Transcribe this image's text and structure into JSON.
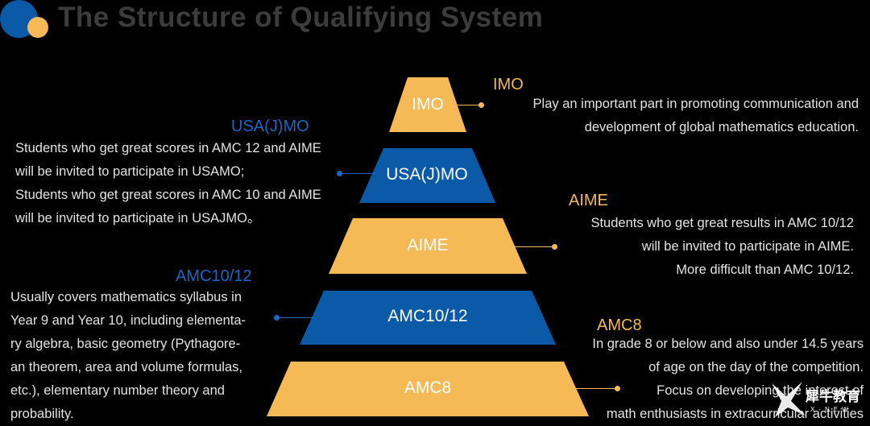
{
  "title": "The Structure of Qualifying System",
  "colors": {
    "gold": "#f5b955",
    "blue": "#0b5aa8",
    "blue_text": "#1a66c2"
  },
  "tiers": [
    {
      "label": "IMO"
    },
    {
      "label": "USA(J)MO"
    },
    {
      "label": "AIME"
    },
    {
      "label": "AMC10/12"
    },
    {
      "label": "AMC8"
    }
  ],
  "callouts": {
    "imo": {
      "heading": "IMO",
      "lines": [
        "Play an important part in promoting communication and",
        "development of global mathematics education."
      ]
    },
    "usajmo": {
      "heading": "USA(J)MO",
      "lines": [
        "Students  who get great scores in AMC 12 and AIME",
        "will be invited to participate in USAMO;",
        "Students  who get great scores in AMC 10 and AIME",
        "will be invited to participate in USAJMO。"
      ]
    },
    "aime": {
      "heading": "AIME",
      "lines": [
        "Students who get great results in AMC 10/12",
        "will be invited to participate in AIME.",
        "More difficult than AMC 10/12."
      ]
    },
    "amc1012": {
      "heading": "AMC10/12",
      "lines": [
        "Usually covers mathematics syllabus in",
        "Year 9 and Year 10, including elementa-",
        "ry algebra, basic geometry (Pythagore-",
        "an theorem, area and volume formulas,",
        "etc.), elementary number theory and",
        "probability."
      ]
    },
    "amc8": {
      "heading": "AMC8",
      "lines": [
        "In grade 8 or  below and also under 14.5 years",
        "of age on the day of the competition.",
        "Focus on developing the interest of",
        "math enthusiasts in extracurricular activities"
      ]
    }
  },
  "logo": {
    "text": "犀牛教育",
    "sub": "X-NEW"
  }
}
